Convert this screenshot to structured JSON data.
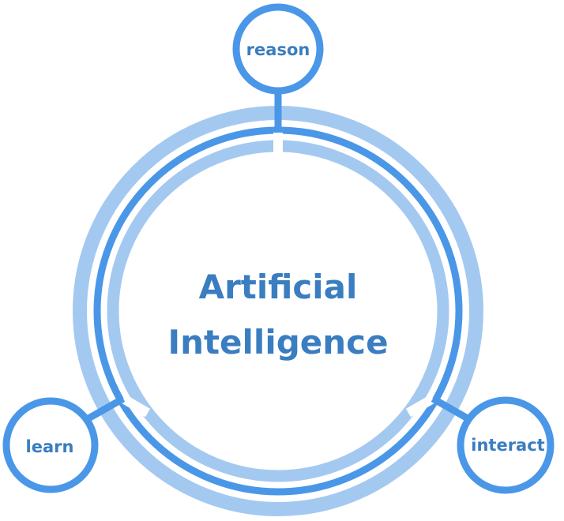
{
  "center": {
    "line1": "Artificial",
    "line2": "Intelligence"
  },
  "nodes": {
    "top": "reason",
    "left": "learn",
    "right": "interact"
  },
  "colors": {
    "dark_blue": "#4a97e8",
    "light_blue": "#a4c9f1",
    "text_blue": "#3a7dc0",
    "background": "#ffffff"
  }
}
